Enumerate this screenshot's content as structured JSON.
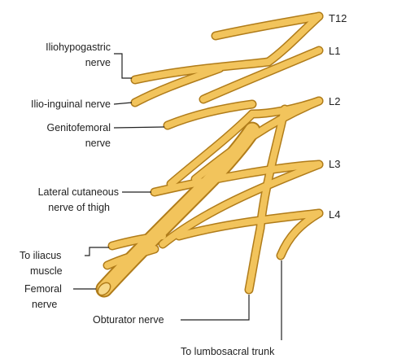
{
  "diagram": {
    "nerve_color": "#f2c45c",
    "outline_color": "#b07c1a",
    "roots": {
      "t12": "T12",
      "l1": "L1",
      "l2": "L2",
      "l3": "L3",
      "l4": "L4"
    },
    "labels": {
      "iliohypogastric_1": "Iliohypogastric",
      "iliohypogastric_2": "nerve",
      "ilioinguinal": "Ilio-inguinal nerve",
      "genitofemoral_1": "Genitofemoral",
      "genitofemoral_2": "nerve",
      "lateral_cutaneous_1": "Lateral cutaneous",
      "lateral_cutaneous_2": "nerve of thigh",
      "iliacus_1": "To iliacus",
      "iliacus_2": "muscle",
      "femoral_1": "Femoral",
      "femoral_2": "nerve",
      "obturator": "Obturator nerve",
      "lumbosacral": "To lumbosacral trunk"
    }
  }
}
